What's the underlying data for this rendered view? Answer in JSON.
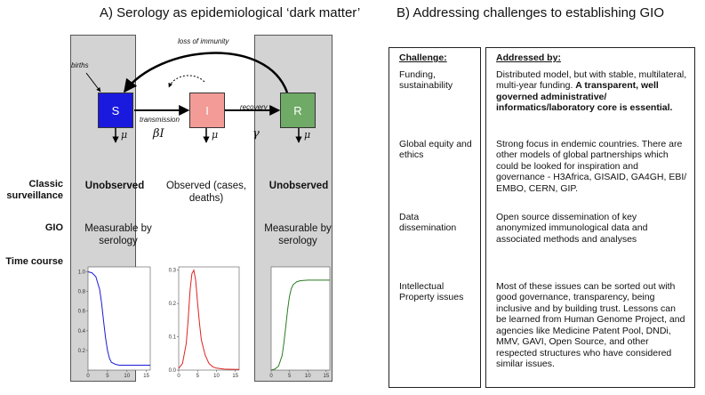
{
  "panel_a": {
    "title": "A) Serology as epidemiological ‘dark matter’",
    "labels": {
      "loss_of_immunity": "loss of immunity",
      "births": "births",
      "transmission": "transmission",
      "recovery": "recovery",
      "beta_i": "βI",
      "gamma": "γ",
      "mu": "μ"
    },
    "boxes": [
      {
        "letter": "S",
        "color": "#1a1adf"
      },
      {
        "letter": "I",
        "color": "#f39b96"
      },
      {
        "letter": "R",
        "color": "#6faa66"
      }
    ],
    "row_labels": {
      "classic": "Classic surveillance",
      "gio": "GIO",
      "time": "Time course"
    },
    "classic": [
      "Unobserved",
      "Observed (cases, deaths)",
      "Unobserved"
    ],
    "gio": [
      "Measurable by serology",
      "",
      "Measurable by serology"
    ]
  },
  "chart_data": [
    {
      "type": "line",
      "series": [
        {
          "values_x": [
            0,
            1,
            2,
            3,
            3.5,
            4,
            4.5,
            5,
            5.5,
            6,
            7,
            8,
            10,
            12,
            16
          ],
          "values_y": [
            1.0,
            0.99,
            0.95,
            0.82,
            0.68,
            0.5,
            0.33,
            0.2,
            0.12,
            0.08,
            0.06,
            0.05,
            0.05,
            0.05,
            0.05
          ],
          "color": "#1a1ad6"
        }
      ],
      "xticks": [
        0,
        5,
        10,
        15
      ],
      "yticks": [
        0.2,
        0.4,
        0.6,
        0.8,
        1.0
      ],
      "xlim": [
        0,
        16
      ],
      "ylim": [
        0,
        1.05
      ]
    },
    {
      "type": "line",
      "series": [
        {
          "values_x": [
            0,
            1,
            2,
            2.5,
            3,
            3.5,
            4,
            4.5,
            5,
            5.5,
            6,
            7,
            8,
            9,
            10,
            12,
            16
          ],
          "values_y": [
            0.005,
            0.02,
            0.08,
            0.15,
            0.24,
            0.29,
            0.3,
            0.27,
            0.2,
            0.14,
            0.09,
            0.045,
            0.02,
            0.01,
            0.006,
            0.003,
            0.002
          ],
          "color": "#e02222"
        }
      ],
      "xticks": [
        0,
        5,
        10,
        15
      ],
      "yticks": [
        0.0,
        0.1,
        0.2,
        0.3
      ],
      "xlim": [
        0,
        16
      ],
      "ylim": [
        0,
        0.31
      ]
    },
    {
      "type": "line",
      "series": [
        {
          "values_x": [
            0,
            1,
            2,
            3,
            3.5,
            4,
            4.5,
            5,
            5.5,
            6,
            7,
            8,
            10,
            12,
            16
          ],
          "values_y": [
            0.0,
            0.01,
            0.04,
            0.15,
            0.28,
            0.45,
            0.62,
            0.75,
            0.83,
            0.87,
            0.9,
            0.91,
            0.915,
            0.915,
            0.915
          ],
          "color": "#2a7a22"
        }
      ],
      "xticks": [
        0,
        5,
        10,
        15
      ],
      "yticks": [],
      "xlim": [
        0,
        16
      ],
      "ylim": [
        0,
        1.05
      ]
    }
  ],
  "panel_b": {
    "title": "B) Addressing challenges to establishing GIO",
    "header_challenge": "Challenge:",
    "header_addressed": "Addressed by:",
    "rows": [
      {
        "challenge": "Funding, sustainability",
        "addressed": "Distributed model, but with stable, multilateral, multi-year funding. ",
        "addressed_bold": "A transparent, well governed administrative/ informatics/laboratory core is essential."
      },
      {
        "challenge": "Global equity and ethics",
        "addressed": "Strong focus in endemic countries. There are other models of global partnerships which could be looked for inspiration and governance - H3Africa, GISAID, GA4GH, EBI/ EMBO, CERN, GIP.",
        "addressed_bold": ""
      },
      {
        "challenge": "Data dissemination",
        "addressed": "Open source dissemination of key anonymized immunological data and associated methods and analyses",
        "addressed_bold": ""
      },
      {
        "challenge": "Intellectual Property issues",
        "addressed": "Most of these issues can be sorted out with good governance, transparency, being inclusive and by building trust.  Lessons can be learned from Human Genome Project, and agencies like Medicine Patent Pool, DNDi, MMV, GAVI, Open Source, and other respected structures who have considered similar issues.",
        "addressed_bold": ""
      }
    ]
  }
}
